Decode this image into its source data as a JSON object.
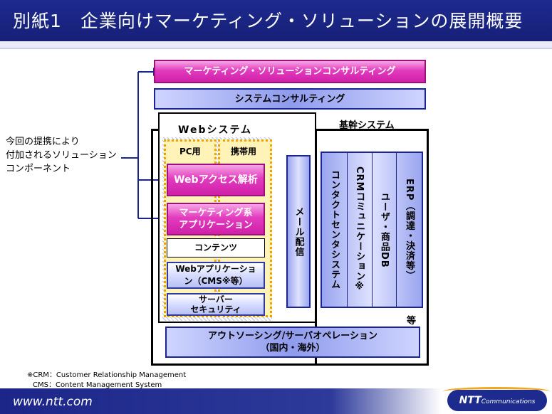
{
  "header": {
    "title": "別紙1　企業向けマーケティング・ソリューションの展開概要"
  },
  "callout": {
    "text": [
      "今回の提携により",
      "付加されるソリューション",
      "コンポーネント"
    ]
  },
  "bars": {
    "marketing_consulting": "マーケティング・ソリューションコンサルティング",
    "system_consulting": "システムコンサルティング",
    "outsourcing_line1": "アウトソーシング/サーバオペレーション",
    "outsourcing_line2": "（国内・海外）"
  },
  "web_system": {
    "title": "Webシステム",
    "pc_label": "PC用",
    "mobile_label": "携帯用",
    "web_access": "Webアクセス解析",
    "marketing_app_line1": "マーケティング系",
    "marketing_app_line2": "アプリケーション",
    "contents": "コンテンツ",
    "web_app_line1": "Webアプリケーショ",
    "web_app_line2": "ン（CMS※等）",
    "server_sec_line1": "サーバー",
    "server_sec_line2": "セキュリティ"
  },
  "mail": "メール配信",
  "kikan": {
    "title": "基幹システム",
    "columns": [
      "コンタクトセンタシステム",
      "CRMコミュニケーション※",
      "ユーザ・商品DB",
      "ERP（調達・決済等）"
    ],
    "etc": "等"
  },
  "notes": [
    "※CRM：Customer Relationship Management",
    "CMS：Content Management System"
  ],
  "footer": {
    "url": "www.ntt.com",
    "logo_main": "NTT",
    "logo_sub": "Communications"
  },
  "colors": {
    "header": "#1e2a8f",
    "magenta": "#d020a9",
    "lavender": "#d6dcff",
    "accent_orange": "#f0a000"
  }
}
